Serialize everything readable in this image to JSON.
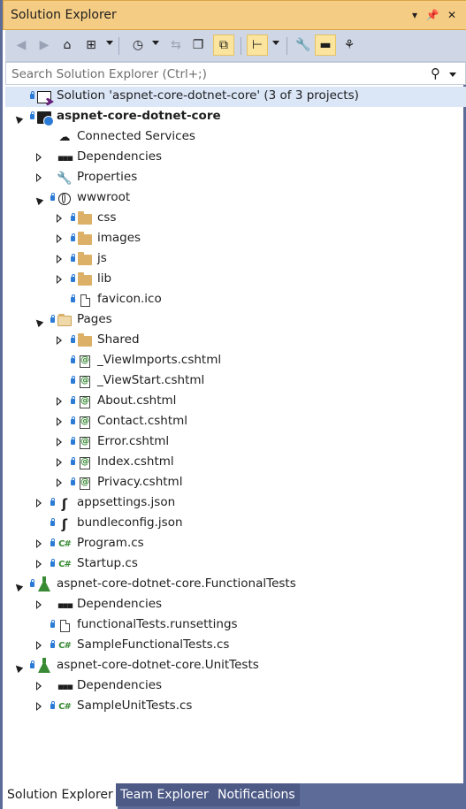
{
  "window": {
    "title": "Solution Explorer",
    "title_controls": [
      "dropdown-caret",
      "pin-icon",
      "close-icon"
    ]
  },
  "toolbar": {
    "buttons": [
      "back-icon",
      "forward-icon",
      "home-icon",
      "switch-views-icon",
      "pending-changes-filter-icon",
      "sync-icon",
      "collapse-all-icon",
      "show-all-files-icon",
      "preview-selected-icon",
      "properties-icon",
      "preview-pane-icon",
      "class-view-icon"
    ]
  },
  "search": {
    "placeholder": "Search Solution Explorer (Ctrl+;)",
    "value": ""
  },
  "tree": [
    {
      "label": "Solution 'aspnet-core-dotnet-core' (3 of 3 projects)",
      "icon": "solution-icon",
      "level": 0,
      "expander": "none",
      "lock": true,
      "bold": false
    },
    {
      "label": "aspnet-core-dotnet-core",
      "icon": "web-project-icon",
      "level": 0,
      "expander": "expanded",
      "lock": true,
      "bold": true
    },
    {
      "label": "Connected Services",
      "icon": "connected-services-icon",
      "level": 1,
      "expander": "none",
      "lock": false,
      "bold": false
    },
    {
      "label": "Dependencies",
      "icon": "dependencies-icon",
      "level": 1,
      "expander": "collapsed",
      "lock": false,
      "bold": false
    },
    {
      "label": "Properties",
      "icon": "wrench-icon",
      "level": 1,
      "expander": "collapsed",
      "lock": false,
      "bold": false
    },
    {
      "label": "wwwroot",
      "icon": "globe-icon",
      "level": 1,
      "expander": "expanded",
      "lock": true,
      "bold": false
    },
    {
      "label": "css",
      "icon": "folder-icon",
      "level": 2,
      "expander": "collapsed",
      "lock": true,
      "bold": false
    },
    {
      "label": "images",
      "icon": "folder-icon",
      "level": 2,
      "expander": "collapsed",
      "lock": true,
      "bold": false
    },
    {
      "label": "js",
      "icon": "folder-icon",
      "level": 2,
      "expander": "collapsed",
      "lock": true,
      "bold": false
    },
    {
      "label": "lib",
      "icon": "folder-icon",
      "level": 2,
      "expander": "collapsed",
      "lock": true,
      "bold": false
    },
    {
      "label": "favicon.ico",
      "icon": "file-icon",
      "level": 2,
      "expander": "none",
      "lock": true,
      "bold": false
    },
    {
      "label": "Pages",
      "icon": "open-folder-icon",
      "level": 1,
      "expander": "expanded",
      "lock": true,
      "bold": false
    },
    {
      "label": "Shared",
      "icon": "folder-icon",
      "level": 2,
      "expander": "collapsed",
      "lock": true,
      "bold": false
    },
    {
      "label": "_ViewImports.cshtml",
      "icon": "razor-file-icon",
      "level": 2,
      "expander": "none",
      "lock": true,
      "bold": false
    },
    {
      "label": "_ViewStart.cshtml",
      "icon": "razor-file-icon",
      "level": 2,
      "expander": "none",
      "lock": true,
      "bold": false
    },
    {
      "label": "About.cshtml",
      "icon": "razor-file-icon",
      "level": 2,
      "expander": "collapsed",
      "lock": true,
      "bold": false
    },
    {
      "label": "Contact.cshtml",
      "icon": "razor-file-icon",
      "level": 2,
      "expander": "collapsed",
      "lock": true,
      "bold": false
    },
    {
      "label": "Error.cshtml",
      "icon": "razor-file-icon",
      "level": 2,
      "expander": "collapsed",
      "lock": true,
      "bold": false
    },
    {
      "label": "Index.cshtml",
      "icon": "razor-file-icon",
      "level": 2,
      "expander": "collapsed",
      "lock": true,
      "bold": false
    },
    {
      "label": "Privacy.cshtml",
      "icon": "razor-file-icon",
      "level": 2,
      "expander": "collapsed",
      "lock": true,
      "bold": false
    },
    {
      "label": "appsettings.json",
      "icon": "json-file-icon",
      "level": 1,
      "expander": "collapsed",
      "lock": true,
      "bold": false
    },
    {
      "label": "bundleconfig.json",
      "icon": "json-file-icon",
      "level": 1,
      "expander": "none",
      "lock": true,
      "bold": false
    },
    {
      "label": "Program.cs",
      "icon": "csharp-file-icon",
      "level": 1,
      "expander": "collapsed",
      "lock": true,
      "bold": false
    },
    {
      "label": "Startup.cs",
      "icon": "csharp-file-icon",
      "level": 1,
      "expander": "collapsed",
      "lock": true,
      "bold": false
    },
    {
      "label": "aspnet-core-dotnet-core.FunctionalTests",
      "icon": "test-project-icon",
      "level": 0,
      "expander": "expanded",
      "lock": true,
      "bold": false
    },
    {
      "label": "Dependencies",
      "icon": "dependencies-icon",
      "level": 1,
      "expander": "collapsed",
      "lock": false,
      "bold": false
    },
    {
      "label": "functionalTests.runsettings",
      "icon": "file-icon",
      "level": 1,
      "expander": "none",
      "lock": true,
      "bold": false
    },
    {
      "label": "SampleFunctionalTests.cs",
      "icon": "csharp-file-icon",
      "level": 1,
      "expander": "collapsed",
      "lock": true,
      "bold": false
    },
    {
      "label": "aspnet-core-dotnet-core.UnitTests",
      "icon": "test-project-icon",
      "level": 0,
      "expander": "expanded",
      "lock": true,
      "bold": false
    },
    {
      "label": "Dependencies",
      "icon": "dependencies-icon",
      "level": 1,
      "expander": "collapsed",
      "lock": false,
      "bold": false
    },
    {
      "label": "SampleUnitTests.cs",
      "icon": "csharp-file-icon",
      "level": 1,
      "expander": "collapsed",
      "lock": true,
      "bold": false
    }
  ],
  "tabs": [
    {
      "label": "Solution Explorer",
      "active": true
    },
    {
      "label": "Team Explorer",
      "active": false
    },
    {
      "label": "Notifications",
      "active": false
    }
  ],
  "colors": {
    "title_bar": "#f5cc84",
    "toolbar": "#cfd6e5",
    "frame": "#5d6b99",
    "selection": "#dbe6f7",
    "lock": "#2b7bd6",
    "csharp": "#388a34",
    "folder": "#dcb067"
  }
}
